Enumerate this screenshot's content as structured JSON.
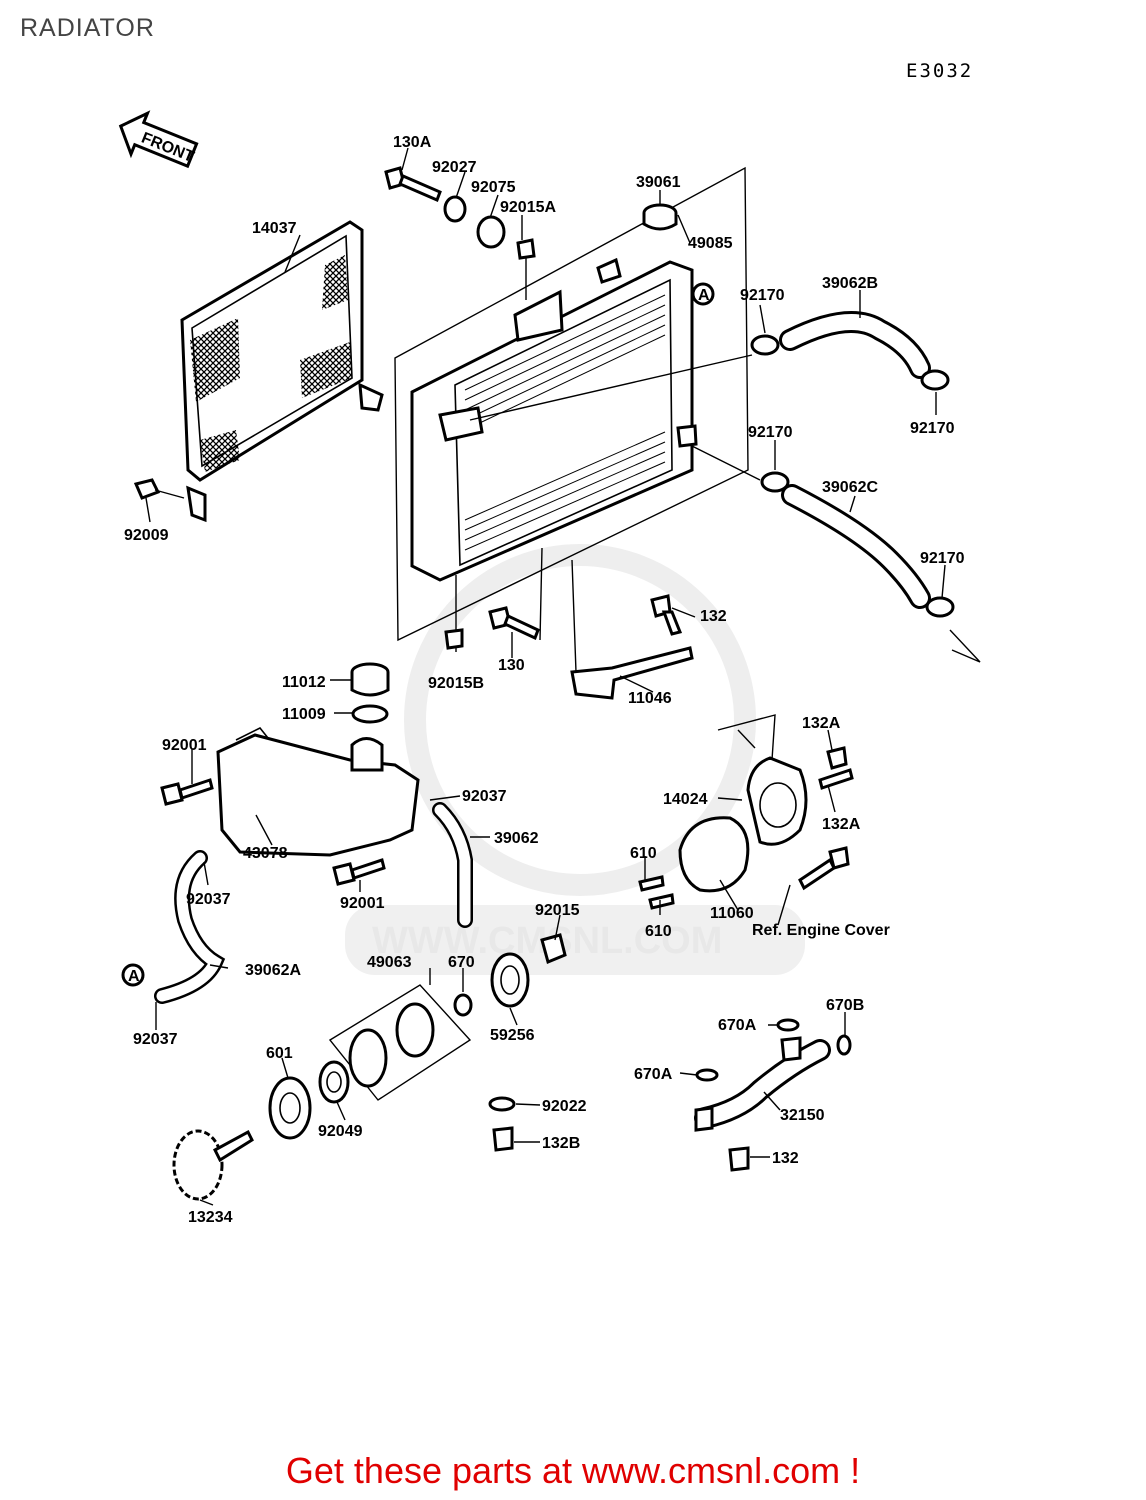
{
  "title": "RADIATOR",
  "diagram_code": "E3032",
  "front_label": "FRONT",
  "watermark": "WWW.CMSNL.COM",
  "footer": "Get these parts at www.cmsnl.com !",
  "colors": {
    "footer": "#e00000",
    "title": "#444444",
    "watermark": "#e8e8e8"
  },
  "ref_marker": "A",
  "labels": {
    "l130A": "130A",
    "l92027": "92027",
    "l92075": "92075",
    "l92015A": "92015A",
    "l39061": "39061",
    "l14037": "14037",
    "l49085": "49085",
    "l92170a": "92170",
    "l39062B": "39062B",
    "l92170b": "92170",
    "l92170c": "92170",
    "l39062C": "39062C",
    "l92009": "92009",
    "l92170d": "92170",
    "l132a": "132",
    "l130": "130",
    "l92015B": "92015B",
    "l11046": "11046",
    "l11012": "11012",
    "l11009": "11009",
    "l92001a": "92001",
    "l92037a": "92037",
    "l39062": "39062",
    "l132Aa": "132A",
    "l14024": "14024",
    "l132Ab": "132A",
    "l610a": "610",
    "l610b": "610",
    "l11060": "11060",
    "lRef": "Ref. Engine Cover",
    "l43078": "43078",
    "l92037b": "92037",
    "l92001b": "92001",
    "l92015": "92015",
    "l49063": "49063",
    "l670": "670",
    "l39062A": "39062A",
    "l92037c": "92037",
    "l59256": "59256",
    "l670B": "670B",
    "l670Aa": "670A",
    "l601": "601",
    "l670Ab": "670A",
    "l92049": "92049",
    "l92022": "92022",
    "l132B": "132B",
    "l32150": "32150",
    "l132b": "132",
    "l13234": "13234"
  }
}
